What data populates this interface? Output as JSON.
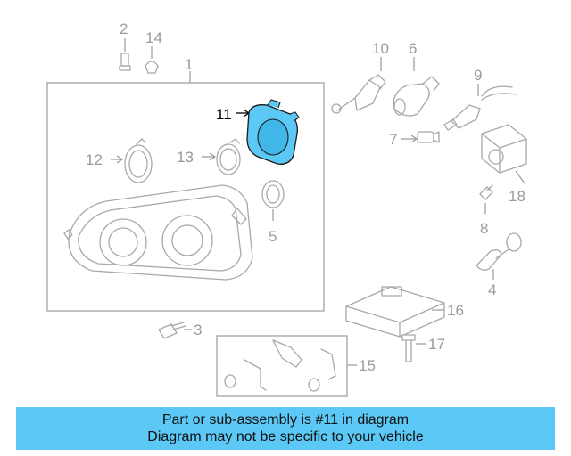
{
  "callouts": {
    "c1": "1",
    "c2": "2",
    "c3": "3",
    "c4": "4",
    "c5": "5",
    "c6": "6",
    "c7": "7",
    "c8": "8",
    "c9": "9",
    "c10": "10",
    "c11": "11",
    "c12": "12",
    "c13": "13",
    "c14": "14",
    "c15": "15",
    "c16": "16",
    "c17": "17",
    "c18": "18"
  },
  "highlight": {
    "part_number": "11",
    "color": "#5bc8f5"
  },
  "banner": {
    "line1": "Part or sub-assembly is #11 in diagram",
    "line2": "Diagram may not be specific to your vehicle",
    "background": "#5bc8f5"
  }
}
